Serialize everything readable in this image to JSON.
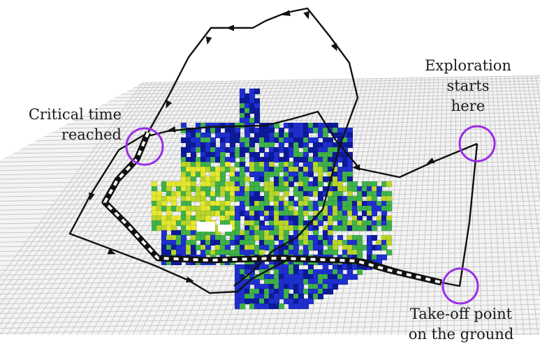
{
  "annotations": {
    "exploration_start": {
      "lines": [
        "Exploration",
        "starts",
        "here"
      ]
    },
    "critical_time": {
      "lines": [
        "Critical time",
        "reached"
      ]
    },
    "takeoff": {
      "lines": [
        "Take-off point",
        "on the ground"
      ]
    }
  },
  "colors": {
    "grid_line": "#c8c8c8",
    "grid_fill": "#f4f4f4",
    "voxel_blue": "#1f2fd0",
    "voxel_dark_blue": "#0d1a9a",
    "voxel_green": "#3fb24a",
    "voxel_yellow_green": "#b9d62a",
    "voxel_yellow": "#e6e830",
    "path": "#111111",
    "marker_circle": "#9b2ee6"
  },
  "legend_semantics": {
    "solid_path": "exploration trajectory",
    "dashed_path": "return trajectory"
  }
}
